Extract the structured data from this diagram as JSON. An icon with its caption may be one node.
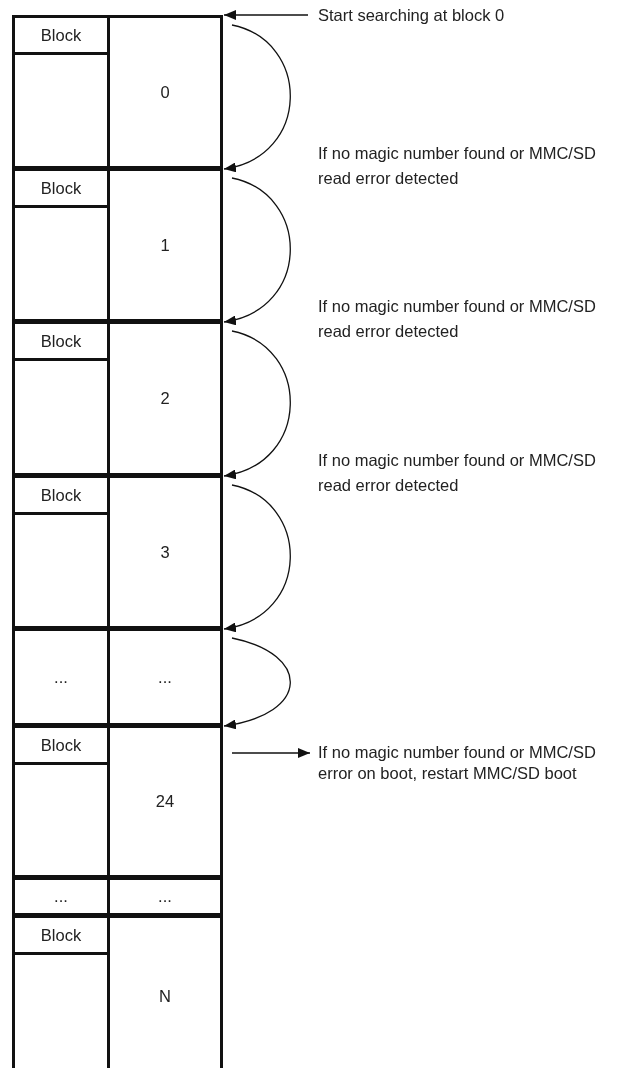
{
  "diagram": {
    "nodes": [
      {
        "text": [
          "Block",
          "0"
        ]
      },
      {
        "text": [
          "Block",
          "1"
        ]
      },
      {
        "text": [
          "Block",
          "2"
        ]
      },
      {
        "text": [
          "Block",
          "3"
        ]
      },
      {
        "text": [
          "...",
          "..."
        ]
      },
      {
        "text": [
          "Block",
          "24"
        ]
      },
      {
        "text": [
          "...",
          "..."
        ]
      },
      {
        "text": [
          "Block",
          "N"
        ]
      },
      {
        "text": [
          "Start searching at block 0"
        ]
      },
      {
        "text": [
          "If no magic number found or MMC/SD error on boot, restart MMC/SD boot"
        ]
      }
    ],
    "edges": [
      {
        "from": 8,
        "to": 0,
        "arrow": "to"
      },
      {
        "from": 0,
        "to": 1,
        "arrow": "to",
        "label": "If no magic number found or MMC/SD read error detected"
      },
      {
        "from": 1,
        "to": 2,
        "arrow": "to",
        "label": "If no magic number found or MMC/SD read error detected"
      },
      {
        "from": 2,
        "to": 3,
        "arrow": "to",
        "label": "If no magic number found or MMC/SD read error detected"
      },
      {
        "from": 3,
        "to": 4,
        "arrow": "to"
      },
      {
        "from": 4,
        "to": 5,
        "arrow": "to"
      },
      {
        "from": 5,
        "to": 9,
        "arrow": "to"
      }
    ]
  }
}
